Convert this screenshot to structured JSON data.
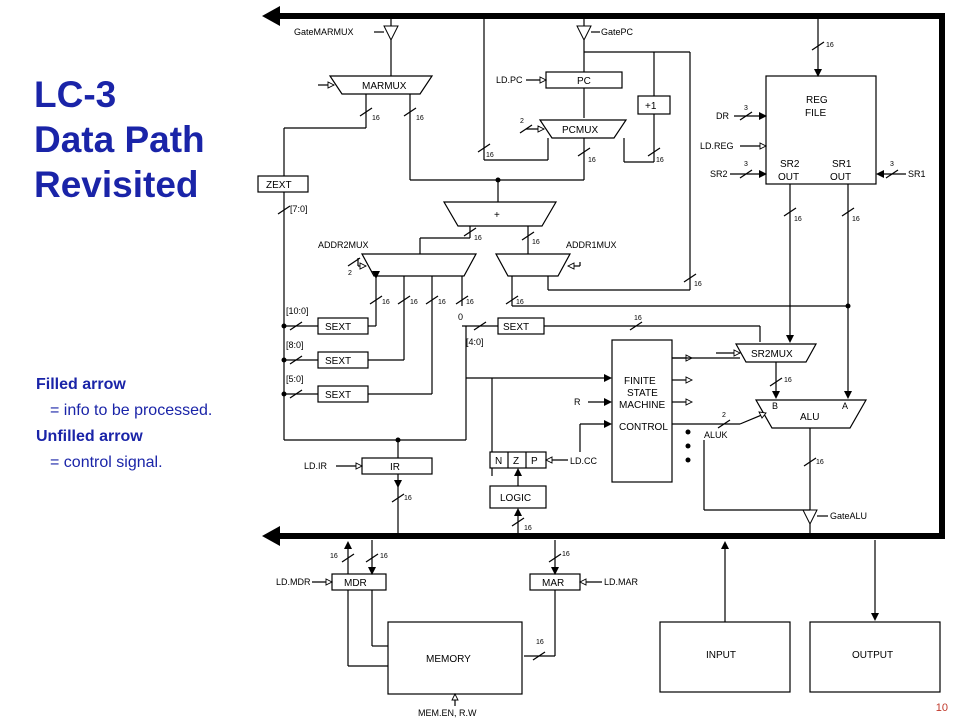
{
  "title": {
    "line1": "LC-3",
    "line2": "Data Path",
    "line3": "Revisited"
  },
  "legend": {
    "filled_heading": "Filled arrow",
    "filled_desc": "= info to be processed.",
    "unfilled_heading": "Unfilled arrow",
    "unfilled_desc": "= control signal."
  },
  "page_number": "10",
  "diagram": {
    "components": {
      "marmux": "MARMUX",
      "pc": "PC",
      "plus1": "+1",
      "pcmux": "PCMUX",
      "regfile_1": "REG",
      "regfile_2": "FILE",
      "sr2out_1": "SR2",
      "sr2out_2": "OUT",
      "sr1out_1": "SR1",
      "sr1out_2": "OUT",
      "zext": "ZEXT",
      "adder": "+",
      "sext": "SEXT",
      "fsm_1": "FINITE",
      "fsm_2": "STATE",
      "fsm_3": "MACHINE",
      "fsm_4": "CONTROL",
      "sr2mux": "SR2MUX",
      "alu": "ALU",
      "alu_b": "B",
      "alu_a": "A",
      "ir": "IR",
      "n": "N",
      "z": "Z",
      "p": "P",
      "logic": "LOGIC",
      "mdr": "MDR",
      "mar": "MAR",
      "memory": "MEMORY",
      "input": "INPUT",
      "output": "OUTPUT"
    },
    "signals": {
      "gatemarmux": "GateMARMUX",
      "gatepc": "GatePC",
      "ldpc": "LD.PC",
      "dr": "DR",
      "ldreg": "LD.REG",
      "sr2": "SR2",
      "sr1": "SR1",
      "addr2mux": "ADDR2MUX",
      "addr1mux": "ADDR1MUX",
      "r": "R",
      "aluk": "ALUK",
      "ldir": "LD.IR",
      "ldcc": "LD.CC",
      "gatealu": "GateALU",
      "ldmdr": "LD.MDR",
      "ldmar": "LD.MAR",
      "memenrw": "MEM.EN, R.W"
    },
    "field_labels": {
      "f70": "[7:0]",
      "f100": "[10:0]",
      "f80": "[8:0]",
      "f50": "[5:0]",
      "f40": "[4:0]",
      "zero": "0"
    },
    "widths": {
      "w16": "16",
      "w3": "3",
      "w2": "2"
    }
  }
}
